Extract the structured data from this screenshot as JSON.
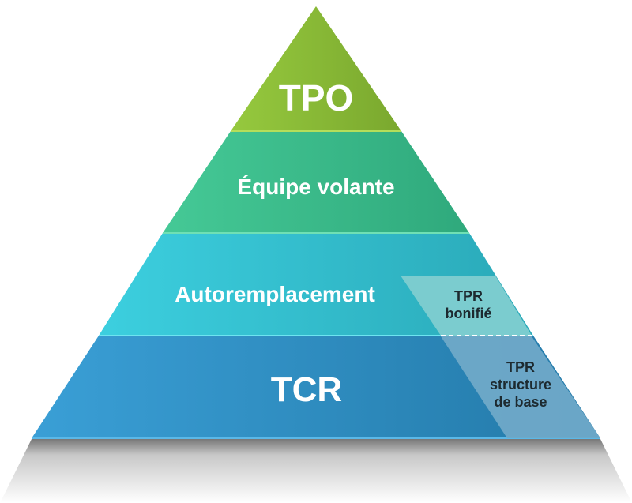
{
  "levels": [
    {
      "label": "TPO",
      "color": "#8dbf3c"
    },
    {
      "label": "Équipe volante",
      "color": "#3cbf8e"
    },
    {
      "label": "Autoremplacement",
      "color": "#36c2d2"
    },
    {
      "label": "TCR",
      "color": "#2f8fc4"
    }
  ],
  "side_boxes": [
    {
      "line1": "TPR",
      "line2": "bonifié",
      "color": "#7fcdd0"
    },
    {
      "line1": "TPR",
      "line2": "structure",
      "line3": "de base",
      "color": "#6fa9c8"
    }
  ]
}
